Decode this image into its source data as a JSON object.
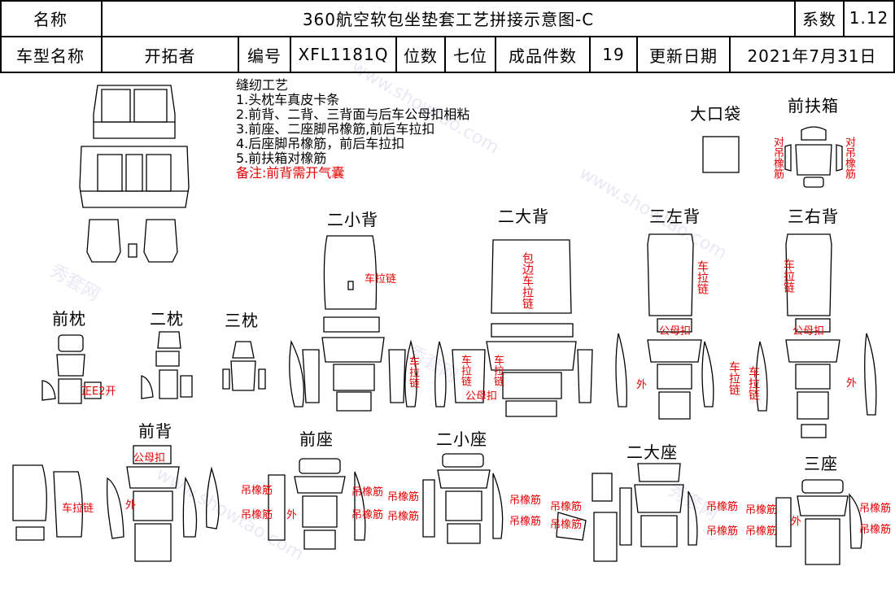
{
  "header": {
    "name_label": "名称",
    "title": "360航空软包坐垫套工艺拼接示意图-C",
    "coef_label": "系数",
    "coef_value": "1.12",
    "model_label": "车型名称",
    "model_value": "开拓者",
    "code_label": "编号",
    "code_value": "XFL1181Q",
    "seats_label": "位数",
    "seats_value": "七位",
    "pieces_label": "成品件数",
    "pieces_value": "19",
    "update_label": "更新日期",
    "update_value": "2021年7月31日"
  },
  "notes": {
    "title": "缝纫工艺",
    "items": [
      "1.头枕车真皮卡条",
      "2.前背、二背、三背面与后车公母扣相粘",
      "3.前座、二座脚吊橡筋,前后车拉扣",
      "4.后座脚吊橡筋，前后车拉扣",
      "5.前扶箱对橡筋"
    ],
    "remark": "备注:前背需开气囊"
  },
  "sections": {
    "big_pocket": "大口袋",
    "front_armrest": "前扶箱",
    "second_small_back": "二小背",
    "second_big_back": "二大背",
    "third_left_back": "三左背",
    "third_right_back": "三右背",
    "front_pillow": "前枕",
    "second_pillow": "二枕",
    "third_pillow": "三枕",
    "front_back": "前背",
    "front_seat": "前座",
    "second_small_seat": "二小座",
    "second_big_seat": "二大座",
    "third_seat": "三座"
  },
  "annotations": {
    "armrest_left": "对吊橡筋",
    "armrest_right": "对吊橡筋",
    "zipper": "车拉链",
    "zipper_vertical": "车拉链",
    "edge_zipper": "包边车拉链",
    "snap": "公母扣",
    "outer": "外",
    "elastic": "吊橡筋",
    "pillow_opening": "正E2开"
  },
  "watermark": {
    "cn": "秀套网",
    "en": "www.showtao.com"
  }
}
